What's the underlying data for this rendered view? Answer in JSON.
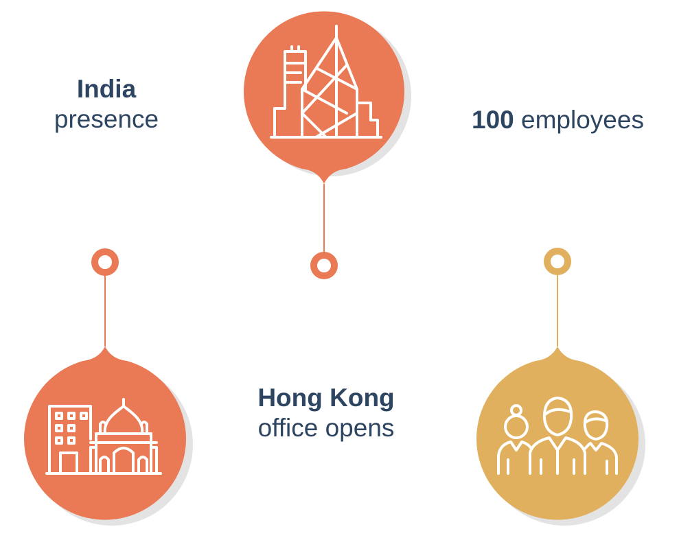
{
  "colors": {
    "orange": "#ea7955",
    "gold": "#e1b05e",
    "shadow": "#e3e3e3",
    "text": "#2d4561",
    "icon_stroke": "#ffffff"
  },
  "milestones": [
    {
      "id": "india",
      "bold": "India",
      "light": "presence",
      "icon": "taj-mahal-building-icon",
      "color": "orange"
    },
    {
      "id": "hongkong",
      "bold": "Hong Kong",
      "light": "office opens",
      "icon": "skyscraper-city-icon",
      "color": "orange"
    },
    {
      "id": "employees",
      "bold": "100",
      "light": " employees",
      "icon": "people-group-icon",
      "color": "gold"
    }
  ]
}
